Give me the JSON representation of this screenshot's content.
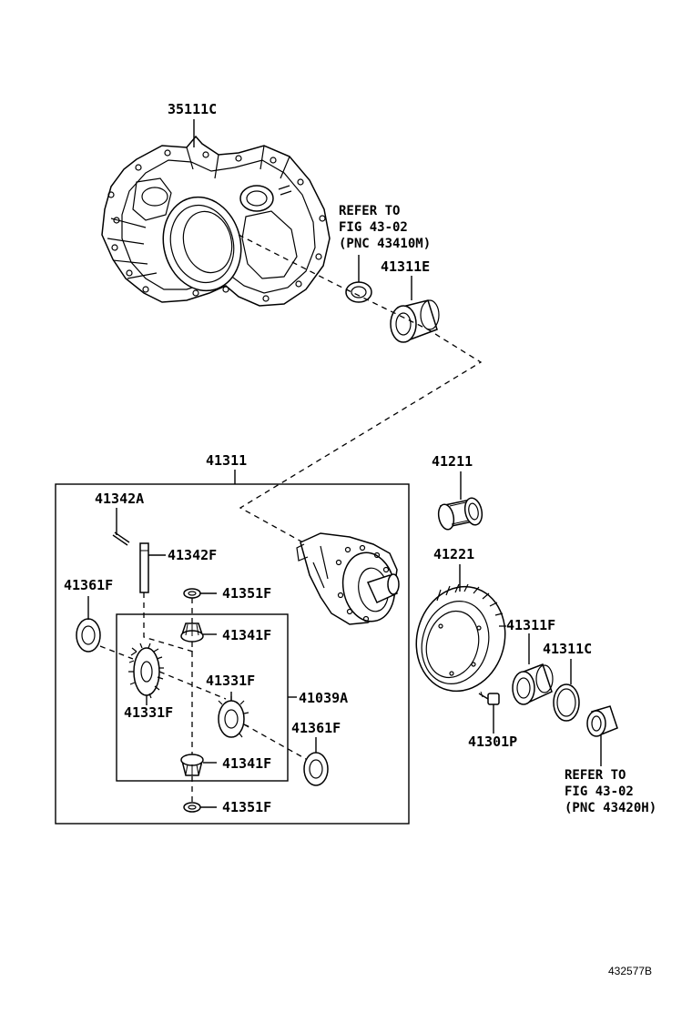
{
  "labels": {
    "p35111c": "35111C",
    "p41311e": "41311E",
    "p41311": "41311",
    "p41211": "41211",
    "p41221": "41221",
    "p41342a": "41342A",
    "p41342f": "41342F",
    "p41361f_a": "41361F",
    "p41351f_a": "41351F",
    "p41341f_a": "41341F",
    "p41331f_a": "41331F",
    "p41331f_b": "41331F",
    "p41039a": "41039A",
    "p41361f_b": "41361F",
    "p41341f_b": "41341F",
    "p41351f_b": "41351F",
    "p41311f": "41311F",
    "p41311c": "41311C",
    "p41301p": "41301P"
  },
  "refer_top": {
    "line1": "REFER TO",
    "line2": "FIG 43-02",
    "line3": "(PNC 43410M)"
  },
  "refer_bottom": {
    "line1": "REFER TO",
    "line2": "FIG 43-02",
    "line3": "(PNC 43420H)"
  },
  "illustration_id": "432577B"
}
